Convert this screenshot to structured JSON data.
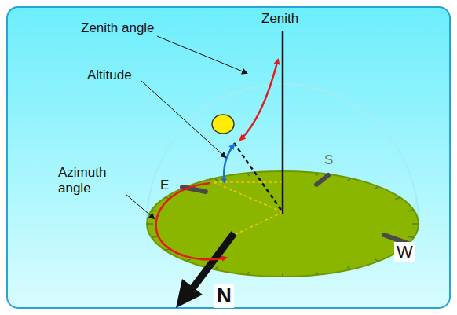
{
  "diagram": {
    "labels": [
      "Zenith angle",
      "Zenith",
      "Altitude",
      "Azimuth angle",
      "E",
      "S",
      "W",
      "N"
    ]
  }
}
